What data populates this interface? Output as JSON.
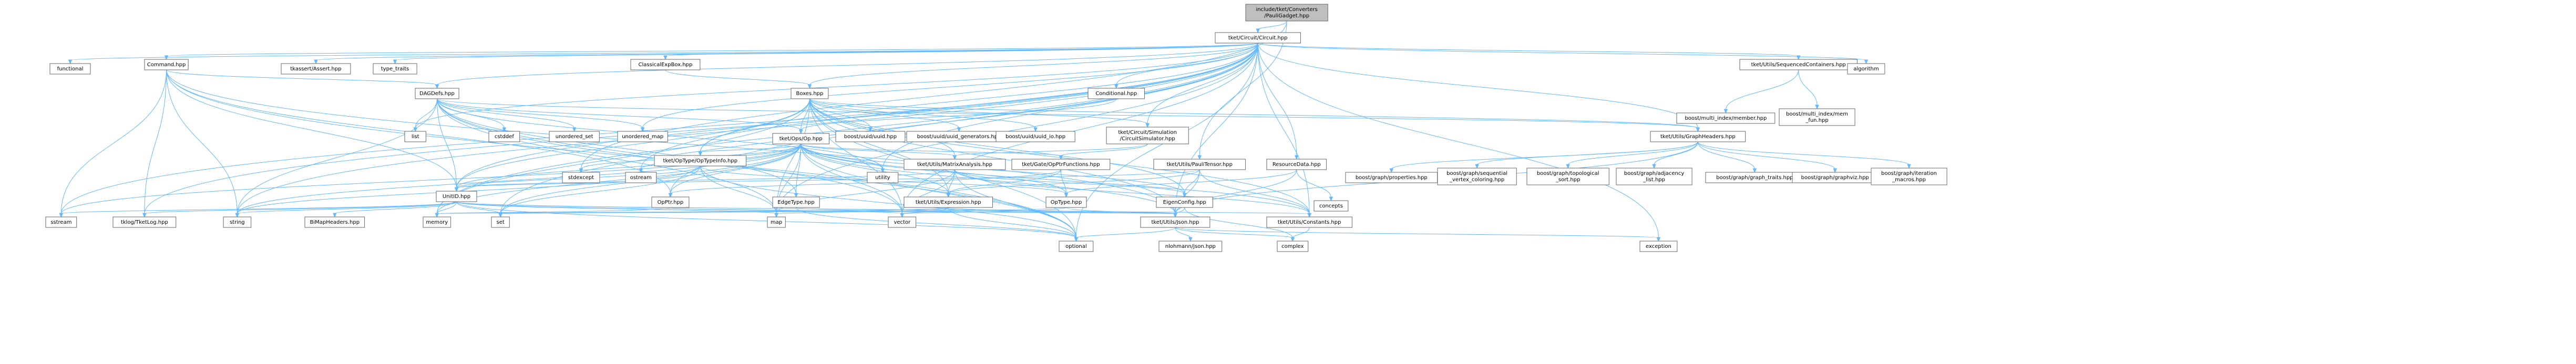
{
  "root": "include/tket/Converters/PauliGadget.hpp",
  "nodes": [
    {
      "id": "root",
      "label": [
        "include/tket/Converters",
        "/PauliGadget.hpp"
      ],
      "kind": "root"
    },
    {
      "id": "circuit",
      "label": [
        "tket/Circuit/Circuit.hpp"
      ],
      "kind": "local"
    },
    {
      "id": "functional",
      "label": [
        "functional"
      ],
      "kind": "system"
    },
    {
      "id": "command",
      "label": [
        "Command.hpp"
      ],
      "kind": "local"
    },
    {
      "id": "assert",
      "label": [
        "tkassert/Assert.hpp"
      ],
      "kind": "system"
    },
    {
      "id": "type_traits",
      "label": [
        "type_traits"
      ],
      "kind": "system"
    },
    {
      "id": "classicalexpbox",
      "label": [
        "ClassicalExpBox.hpp"
      ],
      "kind": "local"
    },
    {
      "id": "seqcont",
      "label": [
        "tket/Utils/SequencedContainers.hpp"
      ],
      "kind": "error"
    },
    {
      "id": "algorithm",
      "label": [
        "algorithm"
      ],
      "kind": "system"
    },
    {
      "id": "dagdefs",
      "label": [
        "DAGDefs.hpp"
      ],
      "kind": "local"
    },
    {
      "id": "boxes",
      "label": [
        "Boxes.hpp"
      ],
      "kind": "local"
    },
    {
      "id": "conditional",
      "label": [
        "Conditional.hpp"
      ],
      "kind": "local"
    },
    {
      "id": "multi_member",
      "label": [
        "boost/multi_index/member.hpp"
      ],
      "kind": "system"
    },
    {
      "id": "multi_memfun",
      "label": [
        "boost/multi_index/mem",
        "_fun.hpp"
      ],
      "kind": "system"
    },
    {
      "id": "graphheaders",
      "label": [
        "tket/Utils/GraphHeaders.hpp"
      ],
      "kind": "local"
    },
    {
      "id": "list",
      "label": [
        "list"
      ],
      "kind": "system"
    },
    {
      "id": "cstddef",
      "label": [
        "cstddef"
      ],
      "kind": "system"
    },
    {
      "id": "unordered_set",
      "label": [
        "unordered_set"
      ],
      "kind": "system"
    },
    {
      "id": "unordered_map",
      "label": [
        "unordered_map"
      ],
      "kind": "system"
    },
    {
      "id": "op",
      "label": [
        "tket/Ops/Op.hpp"
      ],
      "kind": "error"
    },
    {
      "id": "uuid",
      "label": [
        "boost/uuid/uuid.hpp"
      ],
      "kind": "system"
    },
    {
      "id": "uuid_gen",
      "label": [
        "boost/uuid/uuid_generators.hpp"
      ],
      "kind": "system"
    },
    {
      "id": "uuid_io",
      "label": [
        "boost/uuid/uuid_io.hpp"
      ],
      "kind": "system"
    },
    {
      "id": "circsim",
      "label": [
        "tket/Circuit/Simulation",
        "/CircuitSimulator.hpp"
      ],
      "kind": "local"
    },
    {
      "id": "resourcedata",
      "label": [
        "ResourceData.hpp"
      ],
      "kind": "local"
    },
    {
      "id": "graph_props",
      "label": [
        "boost/graph/properties.hpp"
      ],
      "kind": "system"
    },
    {
      "id": "graph_seqcolor",
      "label": [
        "boost/graph/sequential",
        "_vertex_coloring.hpp"
      ],
      "kind": "system"
    },
    {
      "id": "graph_topo",
      "label": [
        "boost/graph/topological",
        "_sort.hpp"
      ],
      "kind": "system"
    },
    {
      "id": "graph_adj",
      "label": [
        "boost/graph/adjacency",
        "_list.hpp"
      ],
      "kind": "system"
    },
    {
      "id": "graph_traits",
      "label": [
        "boost/graph/graph_traits.hpp"
      ],
      "kind": "system"
    },
    {
      "id": "graphviz",
      "label": [
        "boost/graph/graphviz.hpp"
      ],
      "kind": "system"
    },
    {
      "id": "graph_iter",
      "label": [
        "boost/graph/iteration",
        "_macros.hpp"
      ],
      "kind": "system"
    },
    {
      "id": "stdexcept",
      "label": [
        "stdexcept"
      ],
      "kind": "system"
    },
    {
      "id": "ostream",
      "label": [
        "ostream"
      ],
      "kind": "system"
    },
    {
      "id": "optype_fns",
      "label": [
        "tket/OpType/OpTypeInfo.hpp"
      ],
      "kind": "local"
    },
    {
      "id": "utility",
      "label": [
        "utility"
      ],
      "kind": "system"
    },
    {
      "id": "matrixanalysis",
      "label": [
        "tket/Utils/MatrixAnalysis.hpp"
      ],
      "kind": "error"
    },
    {
      "id": "oppifunctions",
      "label": [
        "tket/Gate/OpPtrFunctions.hpp"
      ],
      "kind": "local"
    },
    {
      "id": "paulitensor",
      "label": [
        "tket/Utils/PauliTensor.hpp"
      ],
      "kind": "local"
    },
    {
      "id": "concepts",
      "label": [
        "concepts"
      ],
      "kind": "system"
    },
    {
      "id": "unitid",
      "label": [
        "UnitID.hpp"
      ],
      "kind": "error"
    },
    {
      "id": "opptr",
      "label": [
        "OpPtr.hpp"
      ],
      "kind": "local"
    },
    {
      "id": "edgetype",
      "label": [
        "EdgeType.hpp"
      ],
      "kind": "local"
    },
    {
      "id": "expression",
      "label": [
        "tket/Utils/Expression.hpp"
      ],
      "kind": "error"
    },
    {
      "id": "optype",
      "label": [
        "OpType.hpp"
      ],
      "kind": "local"
    },
    {
      "id": "eigenconfig",
      "label": [
        "EigenConfig.hpp"
      ],
      "kind": "error"
    },
    {
      "id": "sstream",
      "label": [
        "sstream"
      ],
      "kind": "system"
    },
    {
      "id": "tklog",
      "label": [
        "tklog/TketLog.hpp"
      ],
      "kind": "system"
    },
    {
      "id": "string",
      "label": [
        "string"
      ],
      "kind": "system"
    },
    {
      "id": "bitmapheaders",
      "label": [
        "BiMapHeaders.hpp"
      ],
      "kind": "error"
    },
    {
      "id": "memory",
      "label": [
        "memory"
      ],
      "kind": "system"
    },
    {
      "id": "set",
      "label": [
        "set"
      ],
      "kind": "system"
    },
    {
      "id": "map",
      "label": [
        "map"
      ],
      "kind": "system"
    },
    {
      "id": "vector",
      "label": [
        "vector"
      ],
      "kind": "system"
    },
    {
      "id": "json",
      "label": [
        "tket/Utils/Json.hpp"
      ],
      "kind": "local"
    },
    {
      "id": "constants",
      "label": [
        "tket/Utils/Constants.hpp"
      ],
      "kind": "local"
    },
    {
      "id": "optional",
      "label": [
        "optional"
      ],
      "kind": "system"
    },
    {
      "id": "nlohmann",
      "label": [
        "nlohmann/json.hpp"
      ],
      "kind": "system"
    },
    {
      "id": "complex",
      "label": [
        "complex"
      ],
      "kind": "system"
    },
    {
      "id": "exception",
      "label": [
        "exception"
      ],
      "kind": "system"
    }
  ],
  "edges": [
    [
      "root",
      "circuit"
    ],
    [
      "root",
      "paulitensor"
    ],
    [
      "root",
      "stdexcept"
    ],
    [
      "circuit",
      "functional"
    ],
    [
      "circuit",
      "command"
    ],
    [
      "circuit",
      "assert"
    ],
    [
      "circuit",
      "type_traits"
    ],
    [
      "circuit",
      "classicalexpbox"
    ],
    [
      "circuit",
      "seqcont"
    ],
    [
      "circuit",
      "algorithm"
    ],
    [
      "circuit",
      "dagdefs"
    ],
    [
      "circuit",
      "boxes"
    ],
    [
      "circuit",
      "conditional"
    ],
    [
      "circuit",
      "graphheaders"
    ],
    [
      "circuit",
      "list"
    ],
    [
      "circuit",
      "unordered_map"
    ],
    [
      "circuit",
      "resourcedata"
    ],
    [
      "circuit",
      "circsim"
    ],
    [
      "circuit",
      "json"
    ],
    [
      "circuit",
      "constants"
    ],
    [
      "circuit",
      "optional"
    ],
    [
      "circuit",
      "exception"
    ],
    [
      "circuit",
      "sstream"
    ],
    [
      "circuit",
      "tklog"
    ],
    [
      "circuit",
      "string"
    ],
    [
      "circuit",
      "memory"
    ],
    [
      "circuit",
      "set"
    ],
    [
      "circuit",
      "map"
    ],
    [
      "circuit",
      "vector"
    ],
    [
      "circuit",
      "ostream"
    ],
    [
      "circuit",
      "utility"
    ],
    [
      "circuit",
      "unitid"
    ],
    [
      "circuit",
      "optype_fns"
    ],
    [
      "circuit",
      "opptr"
    ],
    [
      "command",
      "dagdefs"
    ],
    [
      "command",
      "unitid"
    ],
    [
      "command",
      "sstream"
    ],
    [
      "command",
      "string"
    ],
    [
      "command",
      "optional"
    ],
    [
      "command",
      "tklog"
    ],
    [
      "command",
      "opptr"
    ],
    [
      "command",
      "json"
    ],
    [
      "seqcont",
      "multi_member"
    ],
    [
      "seqcont",
      "multi_memfun"
    ],
    [
      "dagdefs",
      "list"
    ],
    [
      "dagdefs",
      "cstddef"
    ],
    [
      "dagdefs",
      "unordered_set"
    ],
    [
      "dagdefs",
      "unordered_map"
    ],
    [
      "dagdefs",
      "op"
    ],
    [
      "dagdefs",
      "graphheaders"
    ],
    [
      "dagdefs",
      "unitid"
    ],
    [
      "dagdefs",
      "edgetype"
    ],
    [
      "dagdefs",
      "string"
    ],
    [
      "dagdefs",
      "optional"
    ],
    [
      "dagdefs",
      "map"
    ],
    [
      "dagdefs",
      "vector"
    ],
    [
      "dagdefs",
      "utility"
    ],
    [
      "boxes",
      "op"
    ],
    [
      "boxes",
      "uuid"
    ],
    [
      "boxes",
      "uuid_gen"
    ],
    [
      "boxes",
      "uuid_io"
    ],
    [
      "boxes",
      "circsim"
    ],
    [
      "boxes",
      "graphheaders"
    ],
    [
      "boxes",
      "optype_fns"
    ],
    [
      "boxes",
      "matrixanalysis"
    ],
    [
      "boxes",
      "unitid"
    ],
    [
      "boxes",
      "expression"
    ],
    [
      "boxes",
      "json"
    ],
    [
      "boxes",
      "constants"
    ],
    [
      "boxes",
      "memory"
    ],
    [
      "boxes",
      "map"
    ],
    [
      "boxes",
      "vector"
    ],
    [
      "boxes",
      "optional"
    ],
    [
      "boxes",
      "eigenconfig"
    ],
    [
      "conditional",
      "op"
    ],
    [
      "classicalexpbox",
      "boxes"
    ],
    [
      "graphheaders",
      "graph_props"
    ],
    [
      "graphheaders",
      "graph_seqcolor"
    ],
    [
      "graphheaders",
      "graph_topo"
    ],
    [
      "graphheaders",
      "graph_adj"
    ],
    [
      "graphheaders",
      "graph_traits"
    ],
    [
      "graphheaders",
      "graphviz"
    ],
    [
      "graphheaders",
      "graph_iter"
    ],
    [
      "graphheaders",
      "json"
    ],
    [
      "op",
      "stdexcept"
    ],
    [
      "op",
      "ostream"
    ],
    [
      "op",
      "optype_fns"
    ],
    [
      "op",
      "utility"
    ],
    [
      "op",
      "matrixanalysis"
    ],
    [
      "op",
      "oppifunctions"
    ],
    [
      "op",
      "unitid"
    ],
    [
      "op",
      "opptr"
    ],
    [
      "op",
      "edgetype"
    ],
    [
      "op",
      "expression"
    ],
    [
      "op",
      "optype"
    ],
    [
      "op",
      "eigenconfig"
    ],
    [
      "op",
      "json"
    ],
    [
      "op",
      "constants"
    ],
    [
      "op",
      "string"
    ],
    [
      "op",
      "memory"
    ],
    [
      "op",
      "set"
    ],
    [
      "op",
      "map"
    ],
    [
      "op",
      "vector"
    ],
    [
      "op",
      "optional"
    ],
    [
      "op",
      "sstream"
    ],
    [
      "circsim",
      "matrixanalysis"
    ],
    [
      "circsim",
      "oppifunctions"
    ],
    [
      "resourcedata",
      "optype"
    ],
    [
      "resourcedata",
      "concepts"
    ],
    [
      "resourcedata",
      "json"
    ],
    [
      "optype_fns",
      "optype"
    ],
    [
      "optype_fns",
      "unitid"
    ],
    [
      "optype_fns",
      "map"
    ],
    [
      "optype_fns",
      "set"
    ],
    [
      "optype_fns",
      "string"
    ],
    [
      "optype_fns",
      "optional"
    ],
    [
      "matrixanalysis",
      "unitid"
    ],
    [
      "matrixanalysis",
      "expression"
    ],
    [
      "matrixanalysis",
      "eigenconfig"
    ],
    [
      "matrixanalysis",
      "constants"
    ],
    [
      "matrixanalysis",
      "map"
    ],
    [
      "matrixanalysis",
      "vector"
    ],
    [
      "matrixanalysis",
      "optional"
    ],
    [
      "oppifunctions",
      "optype"
    ],
    [
      "oppifunctions",
      "expression"
    ],
    [
      "oppifunctions",
      "opptr"
    ],
    [
      "paulitensor",
      "expression"
    ],
    [
      "paulitensor",
      "eigenconfig"
    ],
    [
      "paulitensor",
      "json"
    ],
    [
      "paulitensor",
      "constants"
    ],
    [
      "paulitensor",
      "unitid"
    ],
    [
      "unitid",
      "sstream"
    ],
    [
      "unitid",
      "tklog"
    ],
    [
      "unitid",
      "string"
    ],
    [
      "unitid",
      "bitmapheaders"
    ],
    [
      "unitid",
      "memory"
    ],
    [
      "unitid",
      "set"
    ],
    [
      "unitid",
      "map"
    ],
    [
      "unitid",
      "vector"
    ],
    [
      "unitid",
      "json"
    ],
    [
      "unitid",
      "optional"
    ],
    [
      "opptr",
      "memory"
    ],
    [
      "opptr",
      "json"
    ],
    [
      "edgetype",
      "json"
    ],
    [
      "edgetype",
      "optional"
    ],
    [
      "expression",
      "json"
    ],
    [
      "expression",
      "constants"
    ],
    [
      "expression",
      "map"
    ],
    [
      "expression",
      "set"
    ],
    [
      "expression",
      "vector"
    ],
    [
      "expression",
      "optional"
    ],
    [
      "expression",
      "memory"
    ],
    [
      "optype",
      "json"
    ],
    [
      "optype",
      "set"
    ],
    [
      "optype",
      "vector"
    ],
    [
      "eigenconfig",
      "json"
    ],
    [
      "eigenconfig",
      "complex"
    ],
    [
      "json",
      "nlohmann"
    ],
    [
      "json",
      "optional"
    ],
    [
      "json",
      "complex"
    ],
    [
      "json",
      "exception"
    ],
    [
      "constants",
      "complex"
    ]
  ],
  "colors": {
    "root_fill": "#bfbfbf",
    "node_fill": "#ffffff",
    "error_text": "#ff0000",
    "border": "#666666",
    "edge": "#63b8ff"
  }
}
